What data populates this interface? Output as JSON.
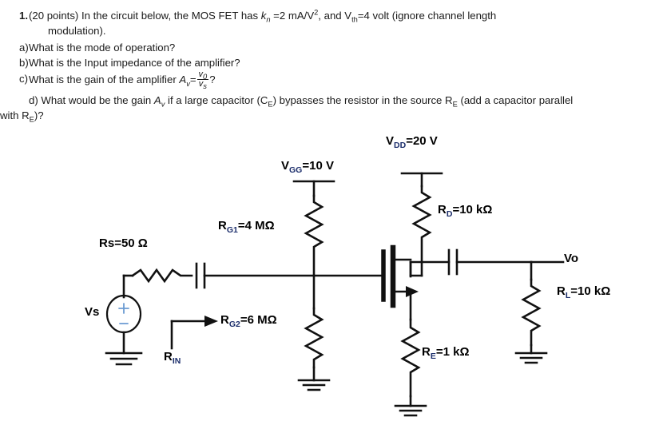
{
  "problem": {
    "number": "1.",
    "intro_a": "(20 points) In the circuit below, the MOS FET has ",
    "kn_symbol": "k",
    "kn_sub": "n",
    "intro_b": " =2 mA/V",
    "intro_sup": "2",
    "intro_c": ", and V",
    "vth_sub": "th",
    "intro_d": "=4 volt (ignore channel length",
    "line2": "modulation).",
    "items": [
      {
        "marker": "a)",
        "text": "What is the mode of operation?"
      },
      {
        "marker": "b)",
        "text": "What is the Input impedance of the amplifier?"
      }
    ],
    "item_c": {
      "marker": "c)",
      "text_before": "What is the gain of the amplifier ",
      "av_symbol": "A",
      "av_sub": "v",
      "equals": "=",
      "frac_num": "v",
      "frac_num_sub": "0",
      "frac_den": "v",
      "frac_den_sub": "s",
      "text_after": "?"
    },
    "item_d": {
      "marker": "d)",
      "text_before": "What would be the gain ",
      "av_symbol": "A",
      "av_sub": "v",
      "text_mid": " if a large capacitor (C",
      "ce_sub": "E",
      "text_mid2": ") bypasses the resistor in the source R",
      "re_sub": "E",
      "text_after": " (add a capacitor parallel",
      "line2_before": "with R",
      "line2_sub": "E",
      "line2_after": ")?"
    }
  },
  "circuit": {
    "title": "common-source-mosfet-amplifier",
    "labels": {
      "vdd": {
        "text": "V",
        "sub": "DD",
        "value": "=20 V"
      },
      "vgg": {
        "text": "V",
        "sub": "GG",
        "value": "=10 V"
      },
      "rd": {
        "text": "R",
        "sub": "D",
        "value": "=10 kΩ"
      },
      "rg1": {
        "text": "R",
        "sub": "G1",
        "value": "=4 MΩ"
      },
      "rg2": {
        "text": "R",
        "sub": "G2",
        "value": "=6 MΩ"
      },
      "rs": {
        "text": "Rs",
        "sub": "",
        "value": "=50 Ω"
      },
      "re": {
        "text": "R",
        "sub": "E",
        "value": "=1 kΩ"
      },
      "rl": {
        "text": "R",
        "sub": "L",
        "value": "=10 kΩ"
      },
      "vo": {
        "text": "Vo",
        "sub": "",
        "value": ""
      },
      "vs": {
        "text": "Vs",
        "sub": "",
        "value": ""
      },
      "rin": {
        "text": "R",
        "sub": "IN",
        "value": ""
      }
    },
    "source_polarity": {
      "plus": "+",
      "minus": "−"
    },
    "colors": {
      "wire": "#111111",
      "label": "#000000",
      "subscript": "#1b2d6b",
      "polarity": "#6b9bd2"
    }
  }
}
